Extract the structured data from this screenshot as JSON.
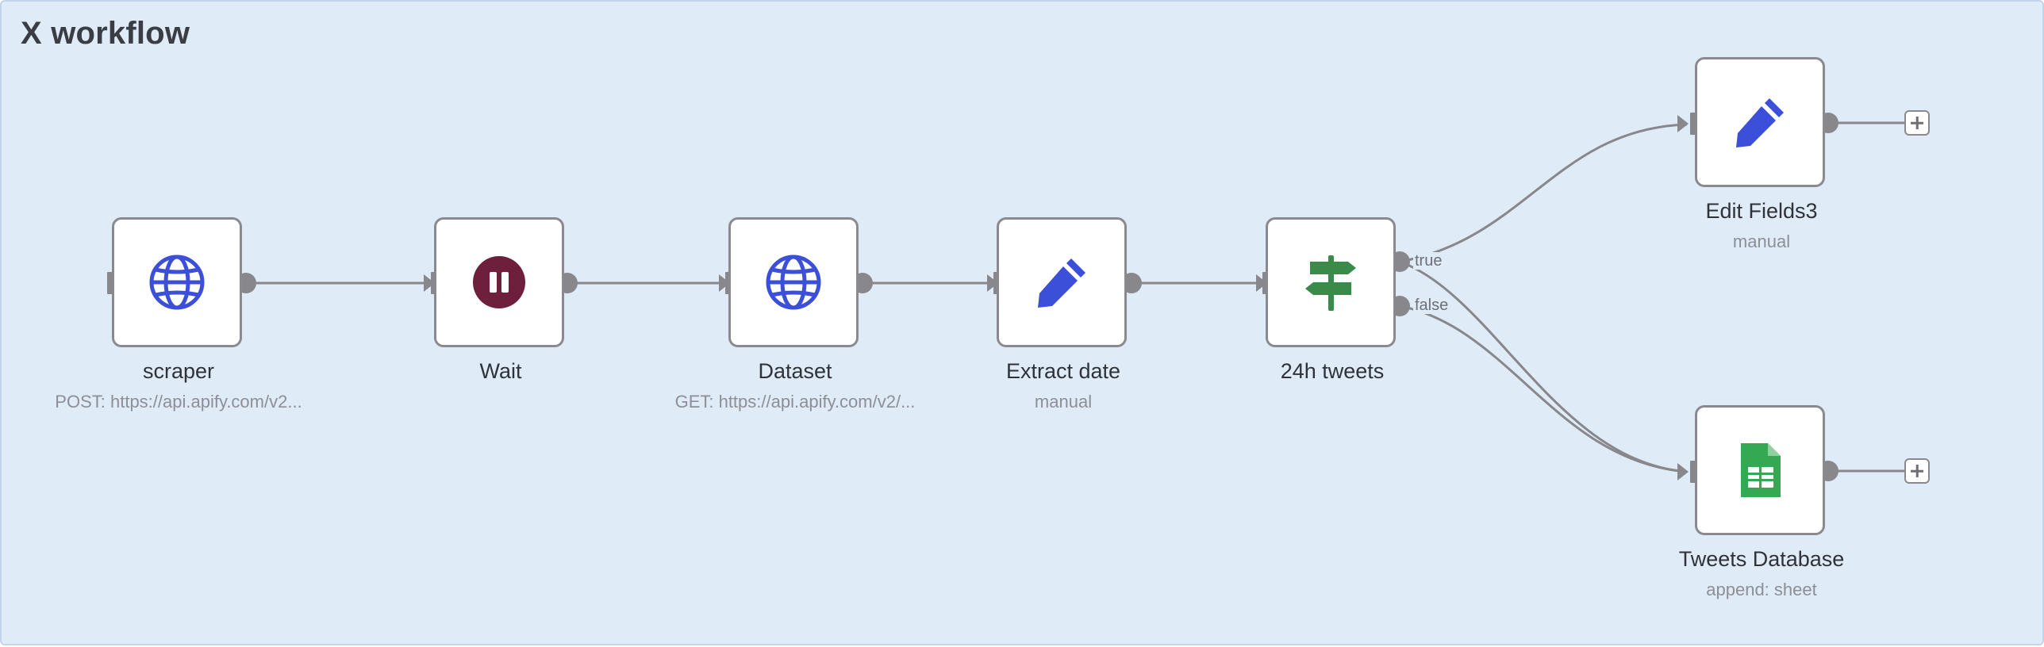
{
  "workflow": {
    "title": "X workflow"
  },
  "nodes": {
    "scraper": {
      "label": "scraper",
      "sublabel": "POST: https://api.apify.com/v2...",
      "icon": "globe-icon",
      "color": "#3b4fd8"
    },
    "wait": {
      "label": "Wait",
      "sublabel": "",
      "icon": "pause-icon",
      "color": "#6e1f3b"
    },
    "dataset": {
      "label": "Dataset",
      "sublabel": "GET: https://api.apify.com/v2/...",
      "icon": "globe-icon",
      "color": "#3b4fd8"
    },
    "extract_date": {
      "label": "Extract date",
      "sublabel": "manual",
      "icon": "pencil-icon",
      "color": "#3b4fd8"
    },
    "tweets_24h": {
      "label": "24h tweets",
      "sublabel": "",
      "icon": "signpost-icon",
      "color": "#3a8a4a"
    },
    "edit_fields3": {
      "label": "Edit Fields3",
      "sublabel": "manual",
      "icon": "pencil-icon",
      "color": "#3b4fd8"
    },
    "tweets_db": {
      "label": "Tweets Database",
      "sublabel": "append: sheet",
      "icon": "spreadsheet-icon",
      "color": "#34a853"
    }
  },
  "branches": {
    "true_label": "true",
    "false_label": "false"
  },
  "colors": {
    "canvas_bg": "#e0ebf8",
    "wire": "#87878c",
    "node_border": "#8a8a8e"
  }
}
